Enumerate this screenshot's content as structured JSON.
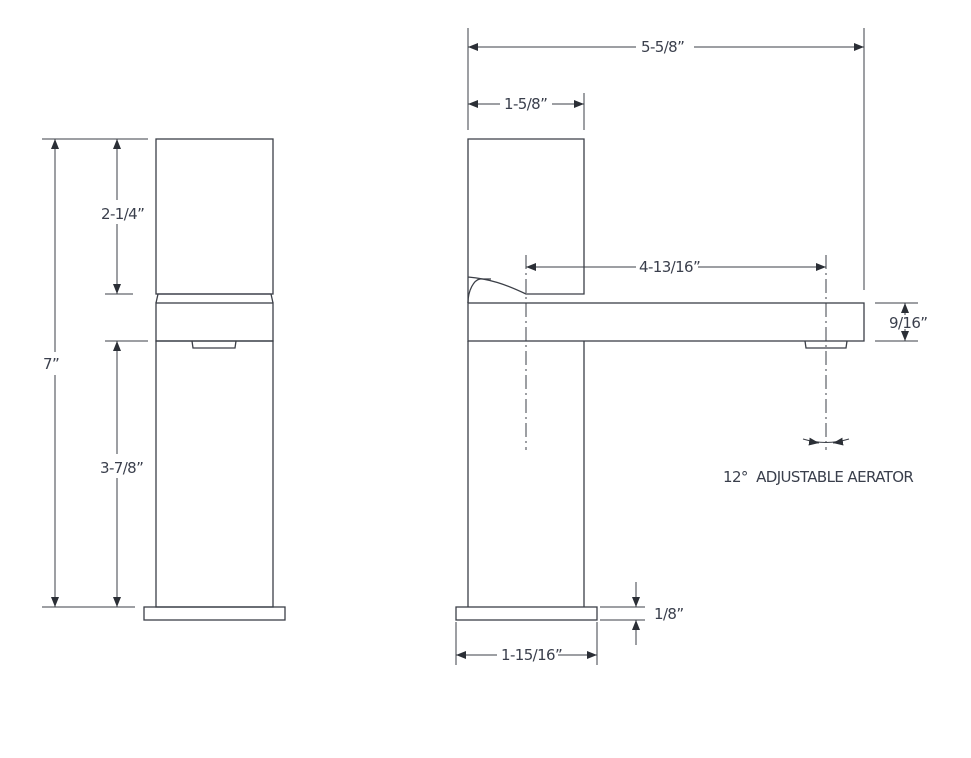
{
  "front_view": {
    "overall_height": "7”",
    "handle_height": "2-1/4”",
    "body_height": "3-7/8”"
  },
  "side_view": {
    "overall_reach": "5-5/8”",
    "handle_width": "1-5/8”",
    "spout_reach": "4-13/16”",
    "spout_thickness": "9/16”",
    "base_thickness": "1/8”",
    "base_width": "1-15/16”",
    "aerator_note": "12°  ADJUSTABLE AERATOR"
  }
}
